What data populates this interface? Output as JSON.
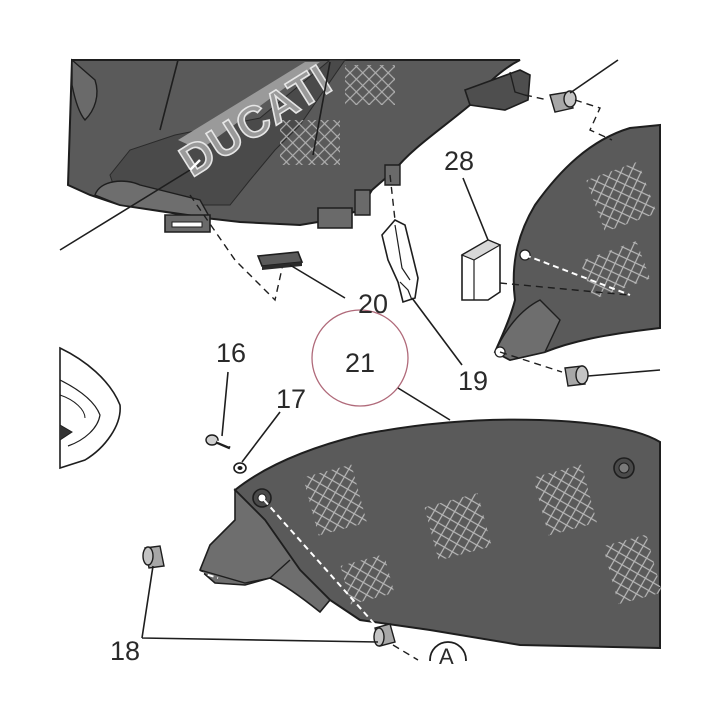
{
  "diagram": {
    "brand_text": "DUCATI",
    "colors": {
      "panel_dark": "#5a5a5a",
      "panel_mid": "#7a7a7a",
      "panel_light": "#a7a7a7",
      "outline": "#1e1e1e",
      "highlight_circle": "#b06a7a"
    },
    "callouts": {
      "part_16": "16",
      "part_17": "17",
      "part_18": "18",
      "part_19": "19",
      "part_20": "20",
      "part_21": "21",
      "part_28": "28",
      "ref_a": "A"
    }
  }
}
